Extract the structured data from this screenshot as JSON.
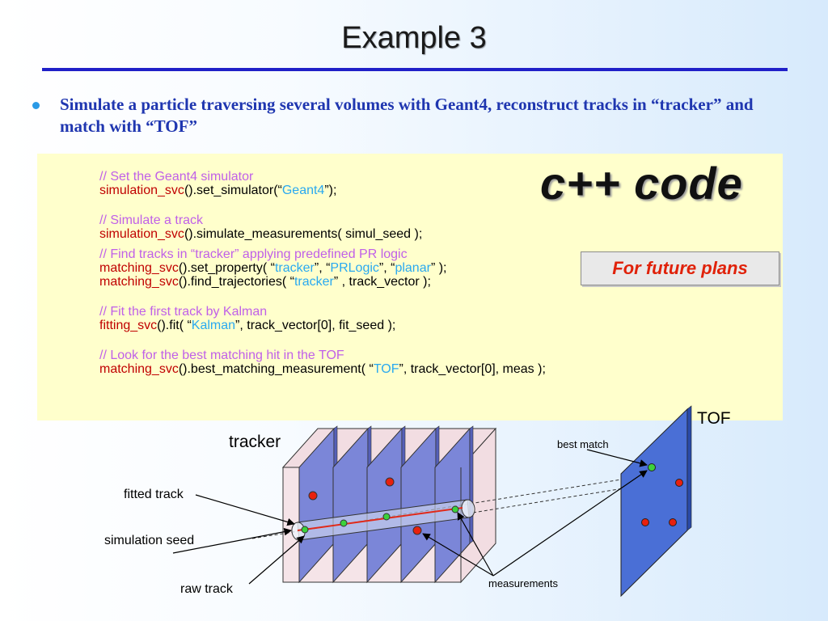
{
  "slide": {
    "title": "Example 3",
    "bullet": "Simulate a particle traversing several volumes with Geant4,  reconstruct tracks in “tracker” and match with “TOF”"
  },
  "code": {
    "heading": "c++  code",
    "badge": "For future plans",
    "blocks": [
      {
        "comment": "// Set the Geant4 simulator",
        "lines": [
          [
            {
              "t": "simulation_svc",
              "c": "fn"
            },
            {
              "t": "().set_simulator(“",
              "c": ""
            },
            {
              "t": "Geant4",
              "c": "lit"
            },
            {
              "t": "”);",
              "c": ""
            }
          ]
        ]
      },
      {
        "comment": "// Simulate a track",
        "lines": [
          [
            {
              "t": "simulation_svc",
              "c": "fn"
            },
            {
              "t": "().simulate_measurements( simul_seed );",
              "c": ""
            }
          ]
        ]
      },
      {
        "comment": "// Find tracks in “tracker” applying predefined PR logic",
        "lines": [
          [
            {
              "t": "matching_svc",
              "c": "fn"
            },
            {
              "t": "().set_property( “",
              "c": ""
            },
            {
              "t": "tracker",
              "c": "lit"
            },
            {
              "t": "”, “",
              "c": ""
            },
            {
              "t": "PRLogic",
              "c": "lit"
            },
            {
              "t": "”, “",
              "c": ""
            },
            {
              "t": "planar",
              "c": "lit"
            },
            {
              "t": "” );",
              "c": ""
            }
          ],
          [
            {
              "t": "matching_svc",
              "c": "fn"
            },
            {
              "t": "().find_trajectories( “",
              "c": ""
            },
            {
              "t": "tracker",
              "c": "lit"
            },
            {
              "t": "” , track_vector );",
              "c": ""
            }
          ]
        ]
      },
      {
        "comment": "// Fit the first track by Kalman",
        "lines": [
          [
            {
              "t": "fitting_svc",
              "c": "fn"
            },
            {
              "t": "().fit( “",
              "c": ""
            },
            {
              "t": "Kalman",
              "c": "lit"
            },
            {
              "t": "”, track_vector[0], fit_seed );",
              "c": ""
            }
          ]
        ]
      },
      {
        "comment": "// Look for the best matching hit in the TOF",
        "lines": [
          [
            {
              "t": "matching_svc",
              "c": "fn"
            },
            {
              "t": "().best_matching_measurement( “",
              "c": ""
            },
            {
              "t": "TOF",
              "c": "lit"
            },
            {
              "t": "”, track_vector[0], meas );",
              "c": ""
            }
          ]
        ]
      }
    ]
  },
  "diagram": {
    "tracker_label": "tracker",
    "tof_label": "TOF",
    "best_match_label": "best match",
    "fitted_track_label": "fitted track",
    "simulation_seed_label": "simulation seed",
    "raw_track_label": "raw track",
    "measurements_label": "measurements"
  },
  "colors": {
    "title_rule": "#2020c8",
    "bullet_text": "#1f36b0",
    "code_background": "#ffffcc",
    "comment": "#c060e8",
    "function": "#c00000",
    "literal": "#29a9f0",
    "badge_text": "#e0220a",
    "plane_fill": "#7b86d8",
    "tof_fill": "#4a6fd6",
    "hit_red": "#e8200e",
    "hit_green": "#3cd23c"
  }
}
